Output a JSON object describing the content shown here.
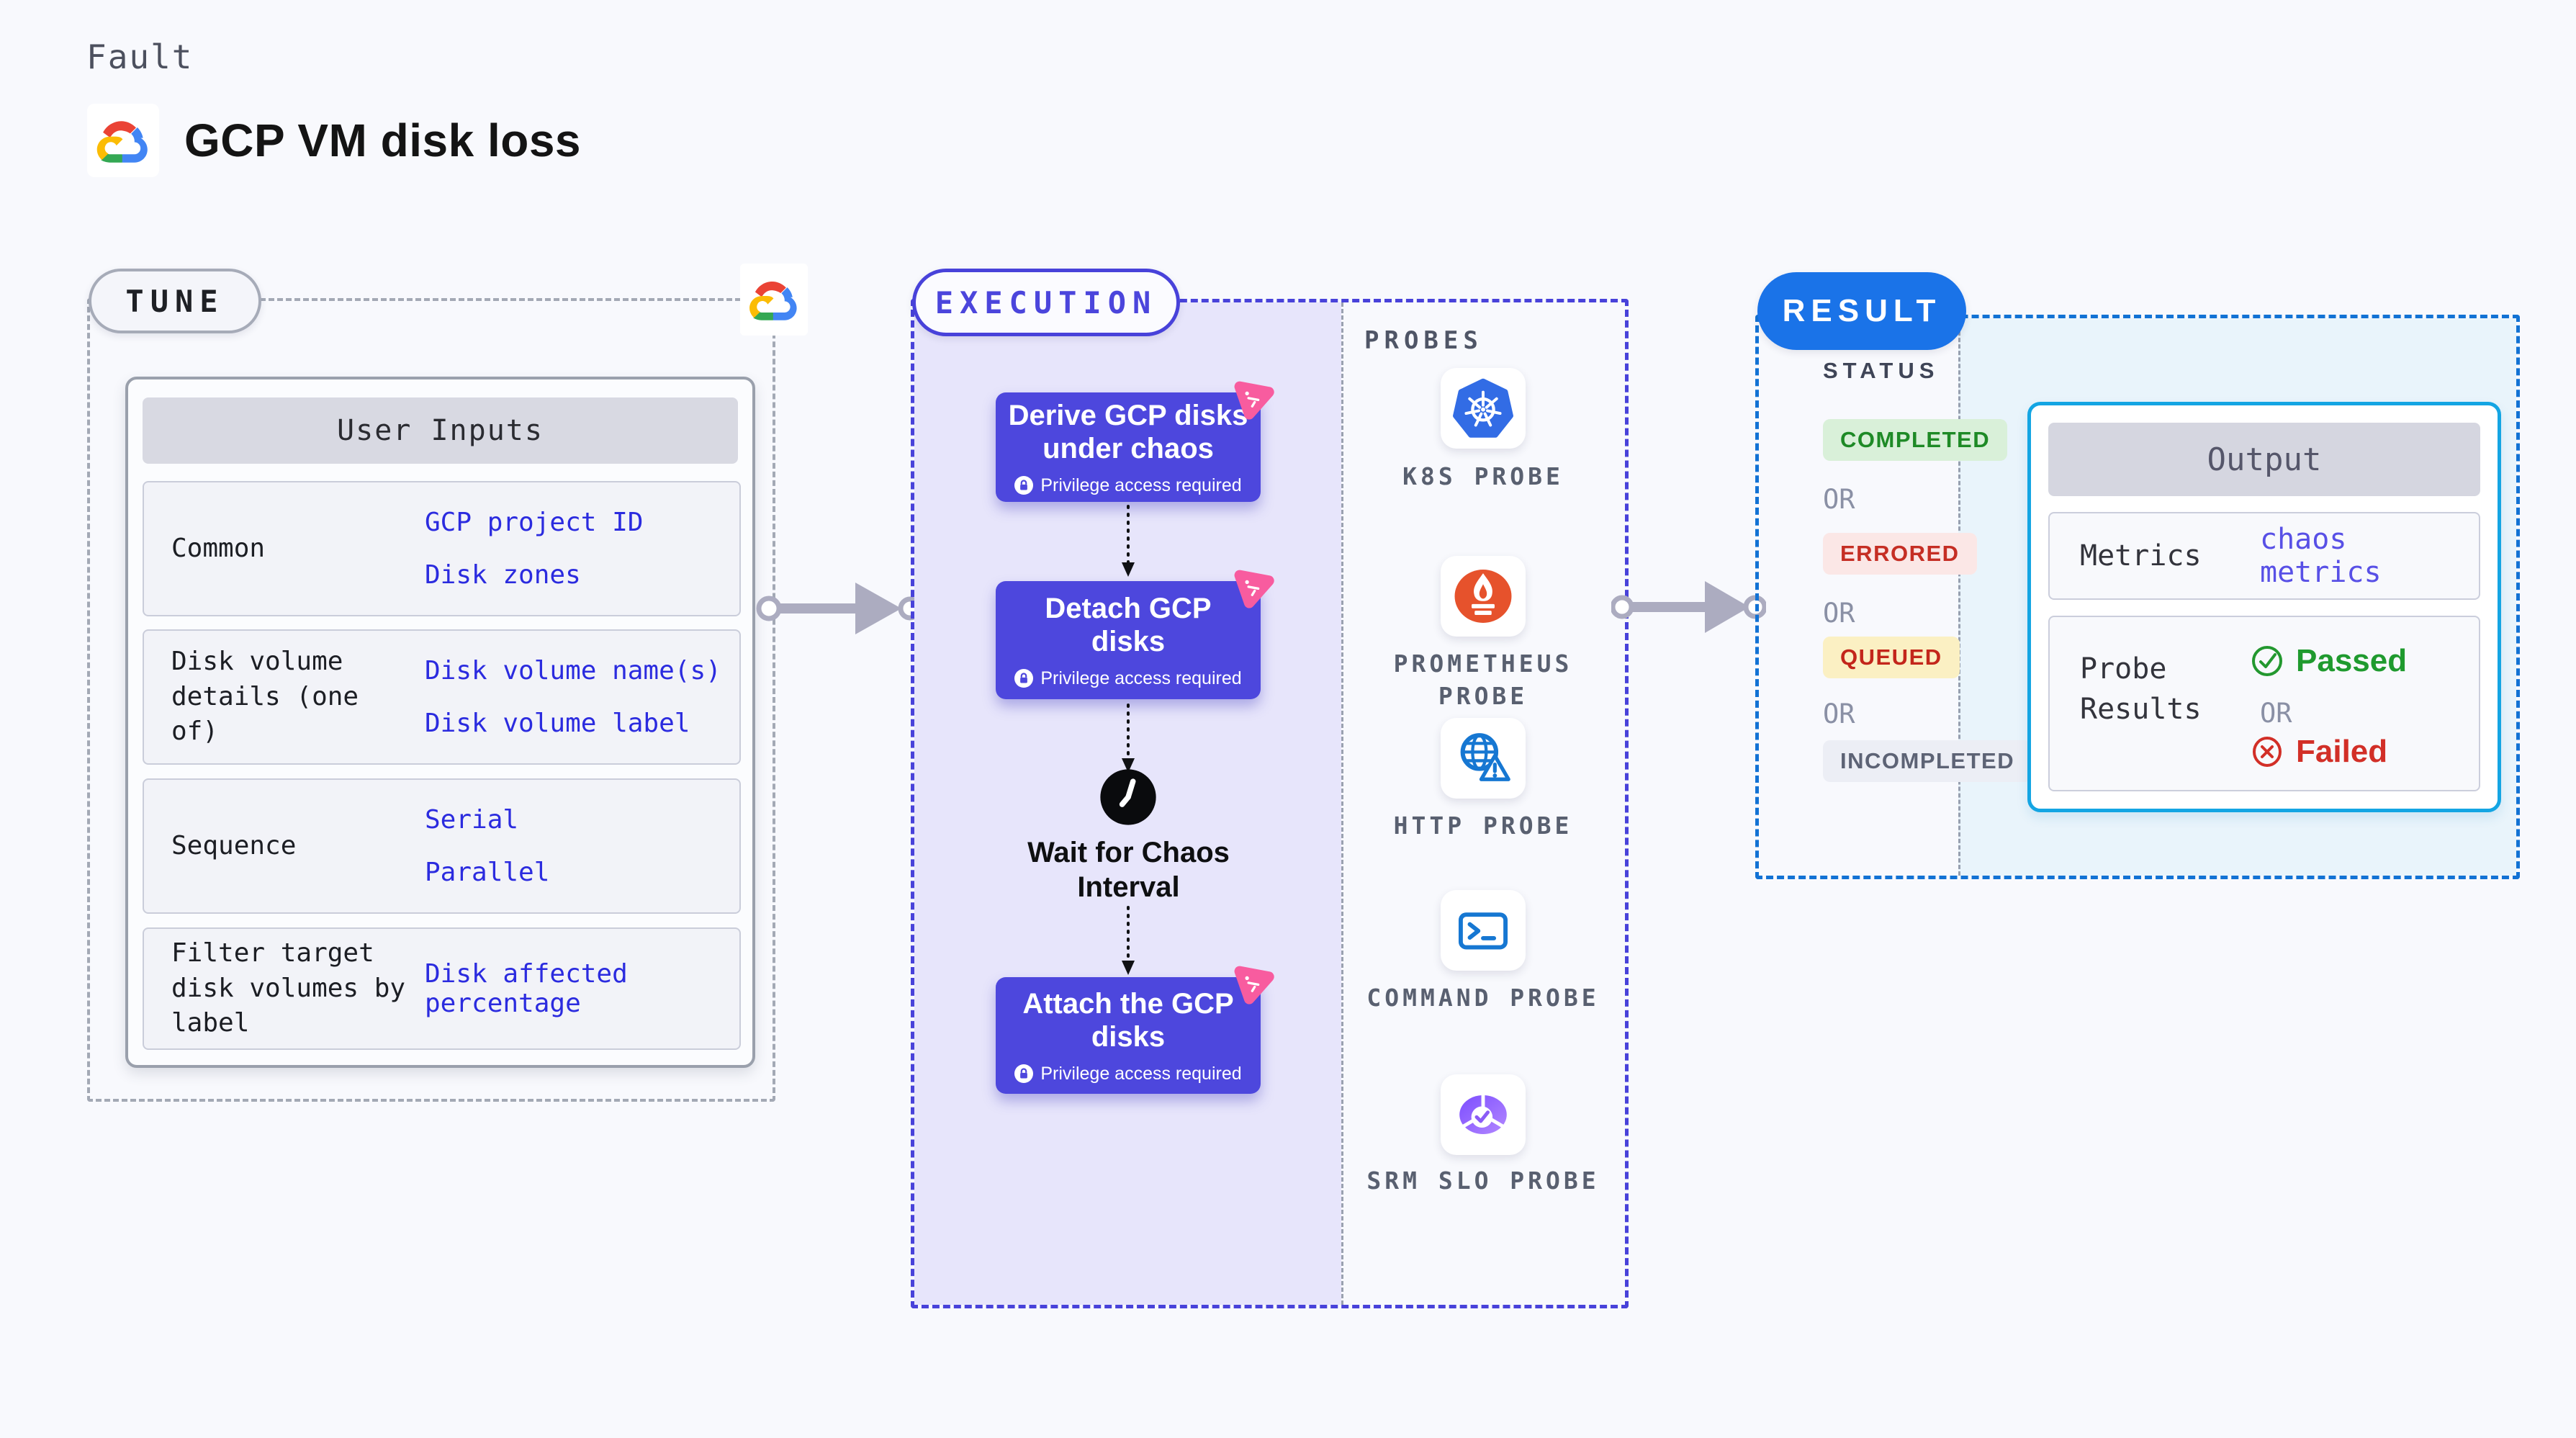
{
  "page": {
    "kicker": "Fault",
    "title": "GCP VM disk loss"
  },
  "tune": {
    "pill": "TUNE",
    "table": {
      "header": "User Inputs",
      "rows": [
        {
          "label": "Common",
          "values": [
            "GCP project ID",
            "Disk zones"
          ]
        },
        {
          "label": "Disk volume details (one of)",
          "values": [
            "Disk volume name(s)",
            "Disk volume label"
          ]
        },
        {
          "label": "Sequence",
          "values": [
            "Serial",
            "Parallel"
          ]
        },
        {
          "label": "Filter target disk volumes by label",
          "values": [
            "Disk affected percentage"
          ]
        }
      ]
    }
  },
  "execution": {
    "pill": "EXECUTION",
    "steps": [
      {
        "title": "Derive GCP disks under chaos",
        "note": "Privilege access required"
      },
      {
        "title": "Detach GCP disks",
        "note": "Privilege access required"
      },
      {
        "title": "Wait for Chaos Interval",
        "type": "wait"
      },
      {
        "title": "Attach the GCP disks",
        "note": "Privilege access required"
      }
    ]
  },
  "probes": {
    "heading": "PROBES",
    "items": [
      {
        "label": "K8S PROBE",
        "icon": "kubernetes-icon"
      },
      {
        "label": "PROMETHEUS PROBE",
        "icon": "prometheus-icon"
      },
      {
        "label": "HTTP PROBE",
        "icon": "http-globe-icon"
      },
      {
        "label": "COMMAND PROBE",
        "icon": "terminal-icon"
      },
      {
        "label": "SRM SLO PROBE",
        "icon": "slo-donut-icon"
      }
    ]
  },
  "result": {
    "pill": "RESULT",
    "status_heading": "STATUS",
    "or_label": "OR",
    "statuses": [
      {
        "label": "COMPLETED",
        "color": "#1E8A26"
      },
      {
        "label": "ERRORED",
        "color": "#C52E24"
      },
      {
        "label": "QUEUED",
        "color": "#C3261B"
      },
      {
        "label": "INCOMPLETED",
        "color": "#5D6375"
      }
    ],
    "output": {
      "header": "Output",
      "metrics_label": "Metrics",
      "metrics_value": "chaos metrics",
      "probe_results_label": "Probe Results",
      "passed": "Passed",
      "or_label": "OR",
      "failed": "Failed"
    }
  },
  "colors": {
    "background": "#F8F9FD",
    "indigo_accent": "#4D47DD",
    "indigo_dashed": "#4842DA",
    "execution_fill": "#E7E5FB",
    "result_blue": "#1A73E8",
    "output_cyan_border": "#14A5E3",
    "result_cyan_fill": "#E9F4FB",
    "litmus_pink": "#F85C9F",
    "passed_green": "#1F9A2E",
    "failed_red": "#D22F27",
    "value_blue": "#2B2BDF",
    "arrow_gray": "#ACACC0"
  }
}
